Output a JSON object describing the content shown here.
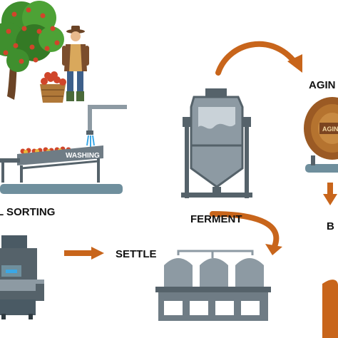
{
  "labels": {
    "sorting": "L SORTING",
    "ferment": "FERMENT",
    "settle": "SETTLE",
    "aging": "AGIN",
    "bottling": "B"
  },
  "machine_text": {
    "washing": "WASHING",
    "barrel": "AGIN"
  },
  "colors": {
    "arrow": "#c8651b",
    "steel": "#8d9aa3",
    "dark_steel": "#55626a",
    "water": "#3aa7e6",
    "base_blue": "#6f8f9d",
    "barrel_wood": "#9b5a24",
    "apple_red": "#d0452a",
    "tree_green": "#3f8f2e",
    "trunk": "#6b4426"
  },
  "icons": [
    "apple-tree-icon",
    "farmer-icon",
    "apple-basket-icon",
    "washing-machine-icon",
    "fermentation-tank-icon",
    "aging-barrel-icon",
    "sorting-machine-icon",
    "settling-tanks-icon",
    "process-arrow-icon"
  ]
}
